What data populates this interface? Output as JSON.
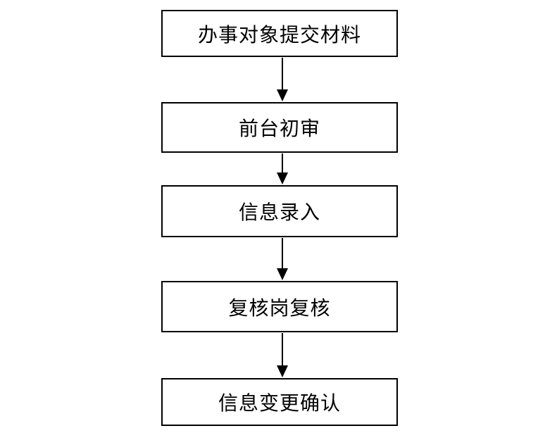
{
  "diagram": {
    "type": "flowchart",
    "direction": "top-down",
    "background_color": "#ffffff",
    "box_border_color": "#000000",
    "connector_color": "#000000",
    "text_color": "#000000",
    "nodes": [
      {
        "id": "node-1",
        "label": "办事对象提交材料"
      },
      {
        "id": "node-2",
        "label": "前台初审"
      },
      {
        "id": "node-3",
        "label": "信息录入"
      },
      {
        "id": "node-4",
        "label": "复核岗复核"
      },
      {
        "id": "node-5",
        "label": "信息变更确认"
      }
    ],
    "edges": [
      {
        "from": "node-1",
        "to": "node-2"
      },
      {
        "from": "node-2",
        "to": "node-3"
      },
      {
        "from": "node-3",
        "to": "node-4"
      },
      {
        "from": "node-4",
        "to": "node-5"
      }
    ]
  }
}
